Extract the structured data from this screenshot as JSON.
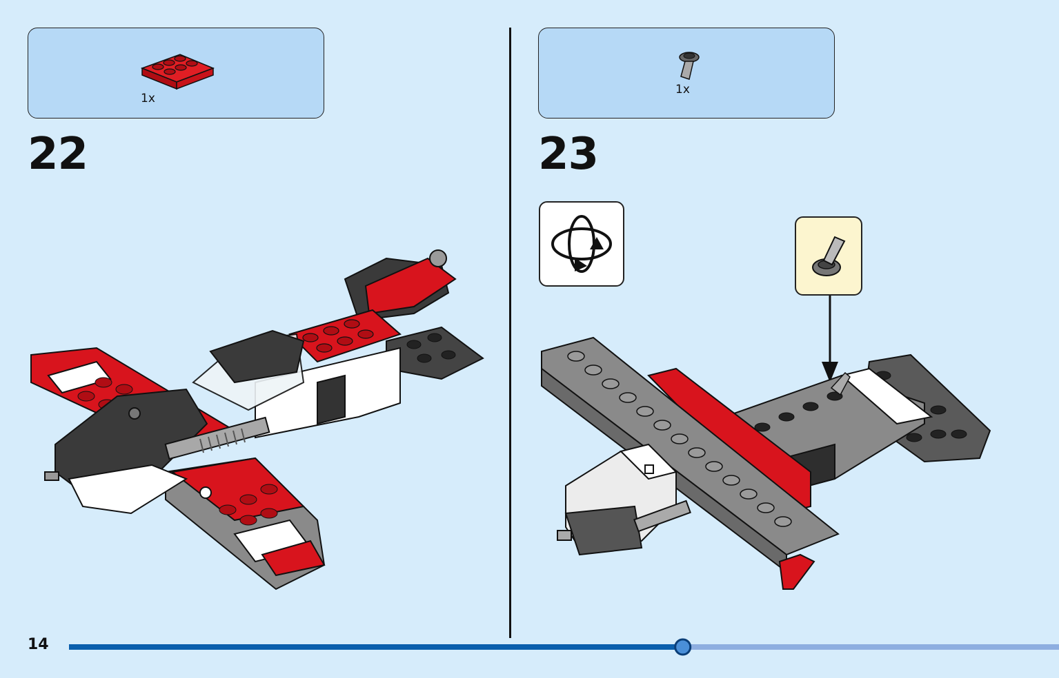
{
  "page": {
    "number": "14",
    "progress_fraction": 0.62
  },
  "steps": [
    {
      "number": "22",
      "parts": [
        {
          "name": "red-2x3-plate",
          "quantity": "1x"
        }
      ]
    },
    {
      "number": "23",
      "parts": [
        {
          "name": "grey-bar-holder-clip",
          "quantity": "1x"
        }
      ]
    }
  ],
  "colors": {
    "background": "#d6ecfb",
    "parts_box": "#b6d9f6",
    "callout": "#fcf5cf",
    "brick_red": "#d8141d",
    "brick_grey": "#8a8a8a",
    "brick_dark": "#3a3a3a",
    "progress_done": "#0a5fad",
    "progress_todo": "#8eaee0"
  },
  "icons": {
    "rotate": "rotate-model-icon",
    "arrow": "down-arrow-icon"
  }
}
